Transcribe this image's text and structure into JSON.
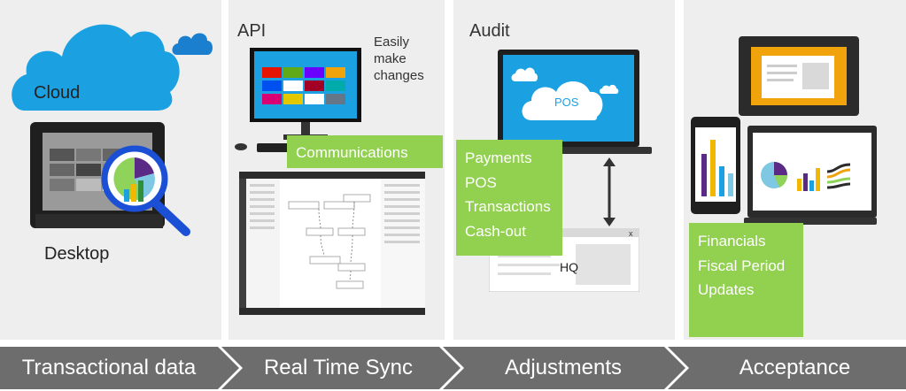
{
  "colors": {
    "panel_bg": "#eeeeee",
    "accent_green": "#92d050",
    "cloud_blue": "#1ba1e2",
    "chevron_gray": "#6d6d6d",
    "device_black": "#2b2b2b",
    "tablet_orange": "#f0a30a"
  },
  "panels": {
    "cloud": {
      "cloud_label": "Cloud",
      "desktop_label": "Desktop"
    },
    "api": {
      "title": "API",
      "note": [
        "Easily",
        "make",
        "changes"
      ],
      "comm_label": "Communications"
    },
    "audit": {
      "title": "Audit",
      "pos_label": "POS",
      "hq_label": "HQ",
      "items": [
        "Payments",
        "POS",
        "Transactions",
        "Cash-out"
      ]
    },
    "acceptance": {
      "items": [
        "Financials",
        "Fiscal Period",
        "Updates"
      ]
    }
  },
  "stages": [
    "Transactional data",
    "Real Time Sync",
    "Adjustments",
    "Acceptance"
  ]
}
